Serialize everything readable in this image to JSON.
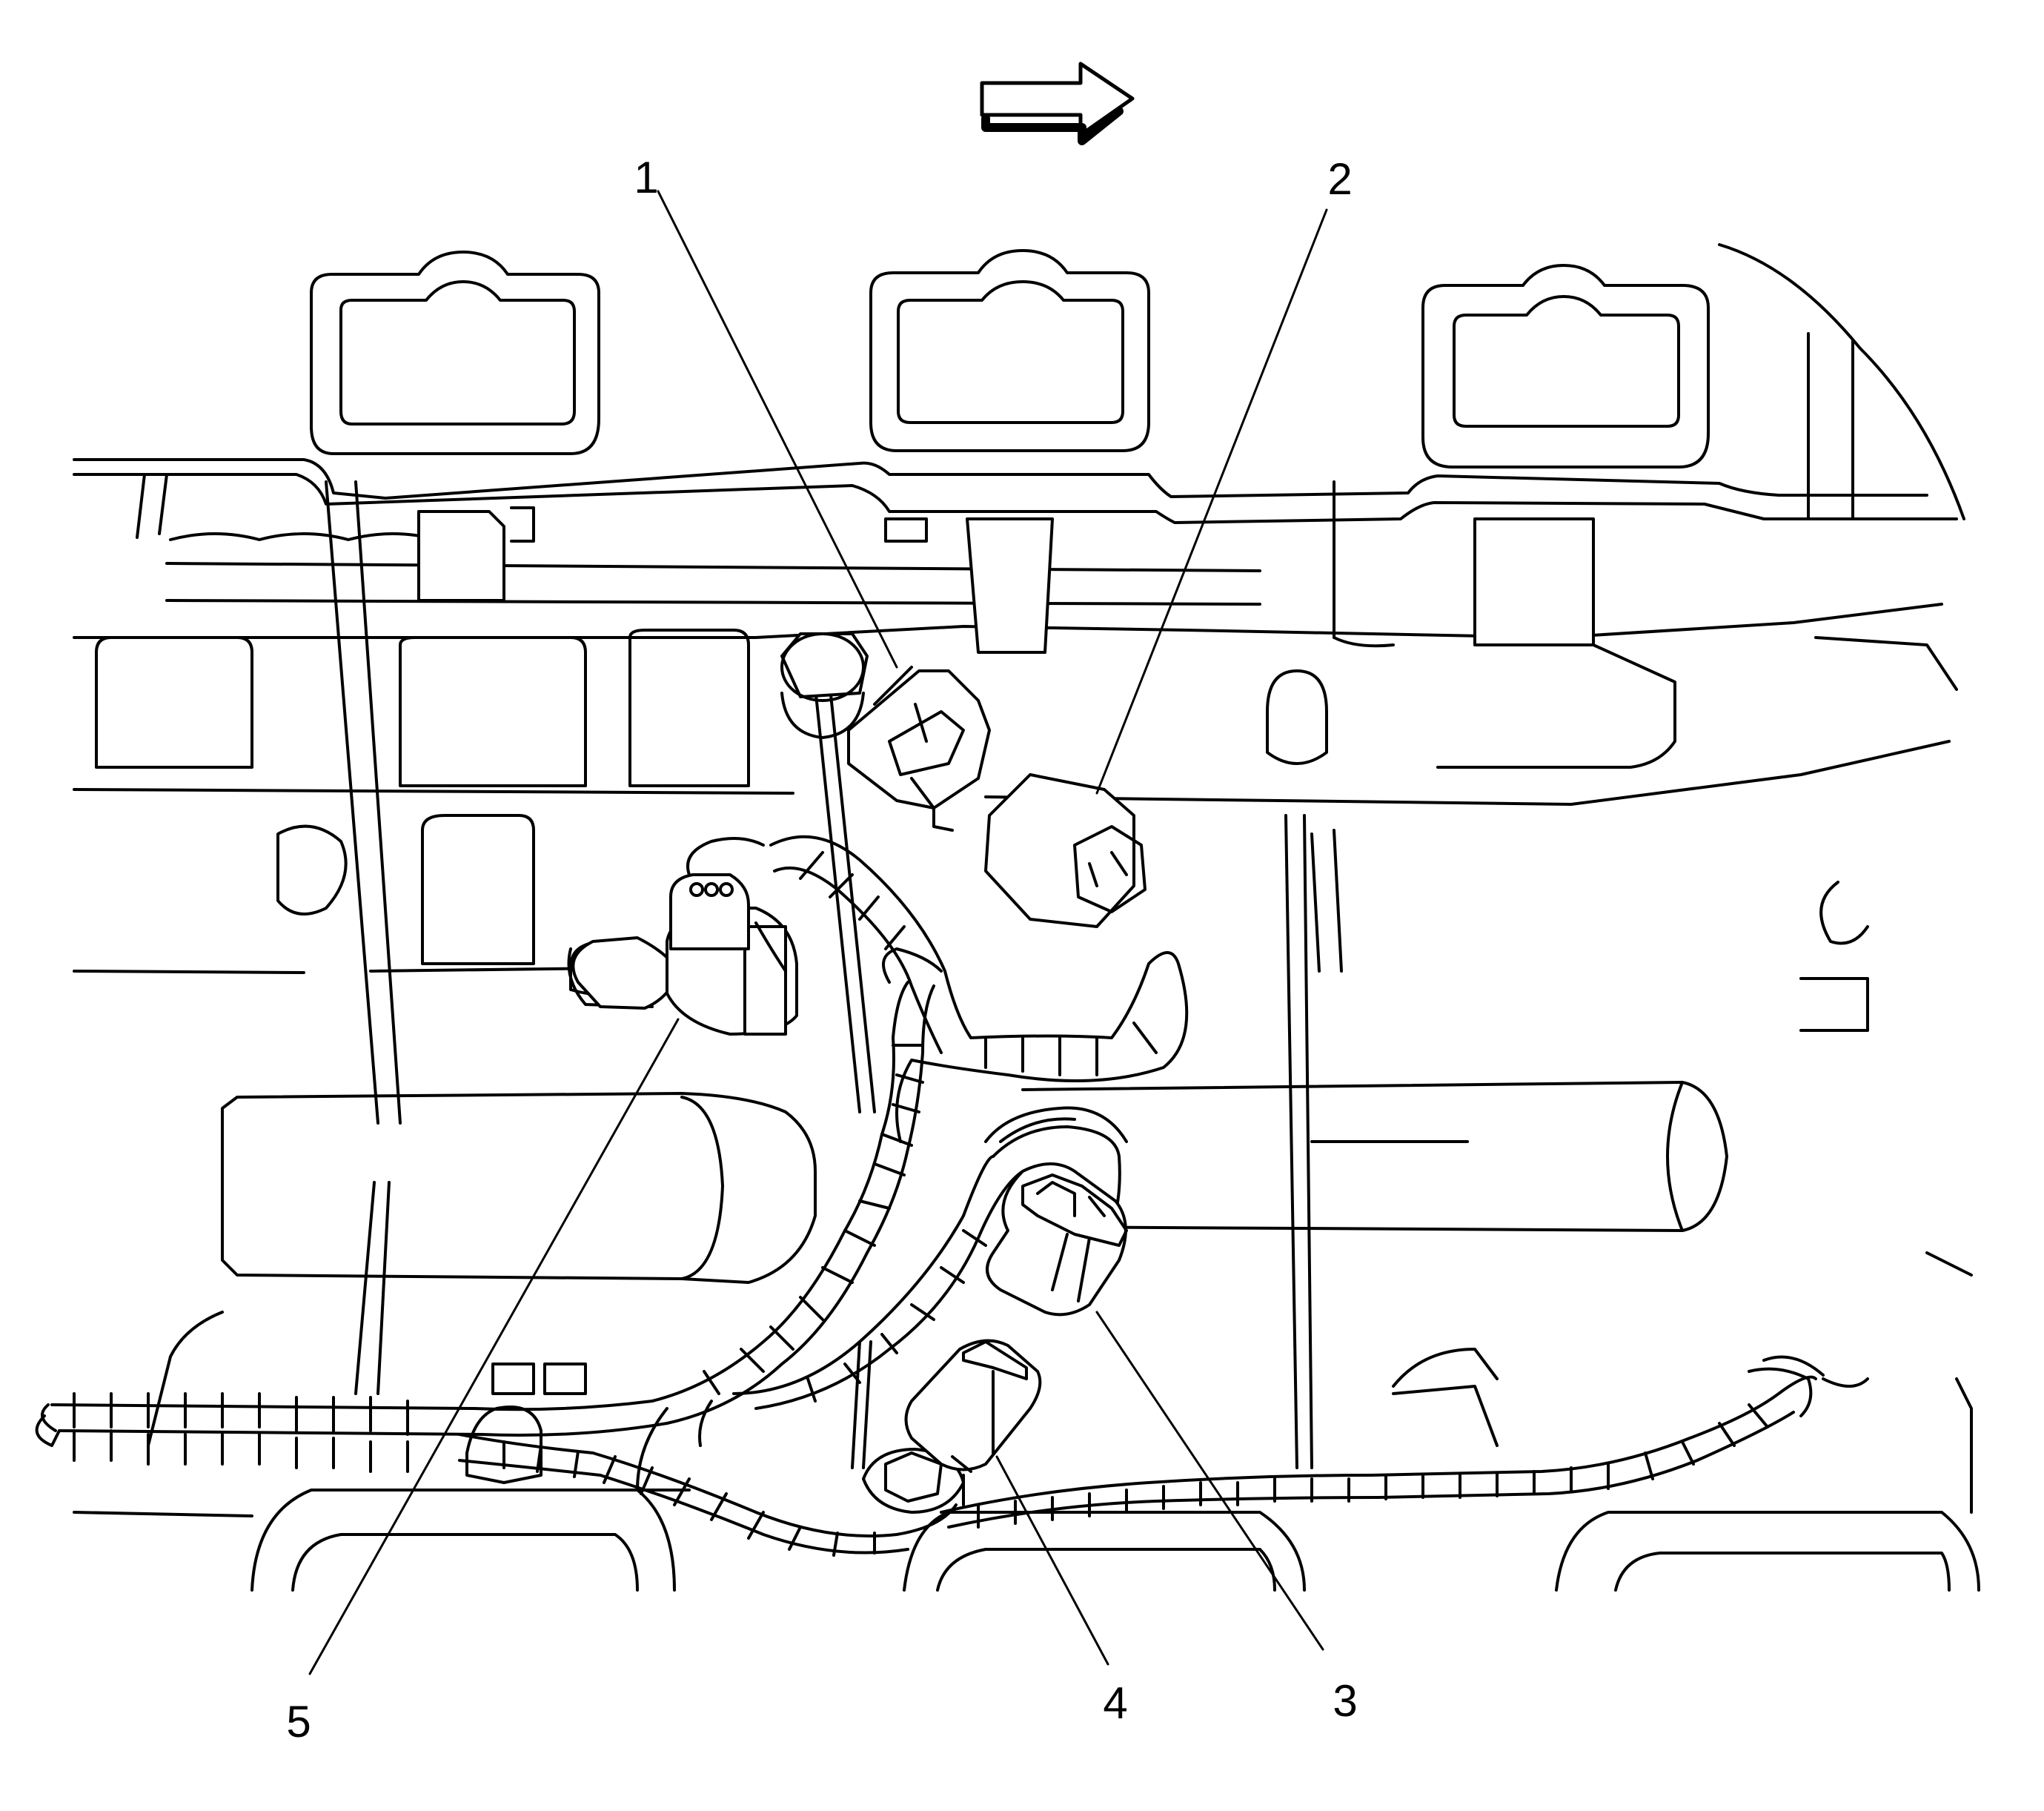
{
  "diagram": {
    "stroke_color": "#000000",
    "background_color": "#ffffff",
    "orientation_arrow": {
      "icon": "right-arrow-icon"
    },
    "callouts": [
      {
        "id": "1",
        "label": "1"
      },
      {
        "id": "2",
        "label": "2"
      },
      {
        "id": "3",
        "label": "3"
      },
      {
        "id": "4",
        "label": "4"
      },
      {
        "id": "5",
        "label": "5"
      }
    ]
  }
}
